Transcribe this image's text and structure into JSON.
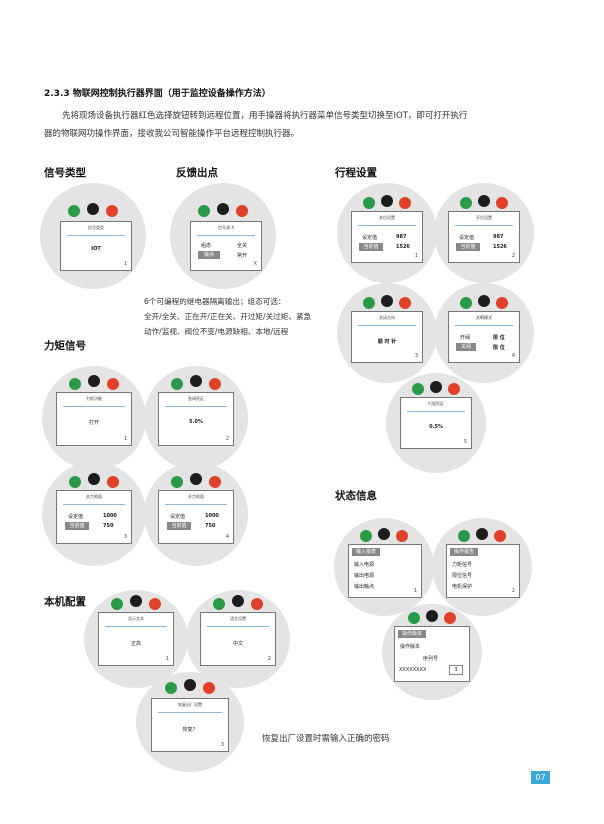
{
  "heading": "2.3.3 物联网控制执行器界面（用于监控设备操作方法）",
  "intro_lines": [
    "先将现场设备执行器红色选择旋钮转到远程位置，用手操器将执行器菜单信号类型切换至IOT，即可打开执行",
    "器的物联网功操作界面，接收我公司智能操作平台远程控制执行器。"
  ],
  "sections": {
    "signal_type": "信号类型",
    "feedback": "反馈出点",
    "travel": "行程设置",
    "torque": "力矩信号",
    "status": "状态信息",
    "local": "本机配置"
  },
  "feedback_note": [
    "6个可编程的继电器隔离输出；组态可选：",
    "全开/全关、正在开/正在关、开过矩/关过矩、紧急",
    "动作/监视、阀位不变/电源缺相、本地/远程"
  ],
  "factory_note": "恢复出厂设置时需输入正确的密码",
  "page_number": "07",
  "colors": {
    "knob_green": "#2a9a48",
    "knob_black": "#1d1d1d",
    "knob_red": "#e0412a",
    "accent": "#3aa7d8"
  },
  "screens": {
    "sig": {
      "title": "信号类型",
      "value": "IOT",
      "page": "1"
    },
    "fb": {
      "title": "信号源 X",
      "l1": "组态",
      "r1": "全关",
      "l2": "输点",
      "r2": "常开",
      "page": "X"
    },
    "t1": {
      "title": "关位设置",
      "k1": "设定值",
      "v1": "987",
      "k2": "当前值",
      "v2": "1526",
      "page": "1"
    },
    "t2": {
      "title": "开位设置",
      "k1": "设定值",
      "v1": "987",
      "k2": "当前值",
      "v2": "1526",
      "page": "2"
    },
    "t3": {
      "title": "关闭方向",
      "value": "顺 时 针",
      "page": "3"
    },
    "t4": {
      "title": "关断模式",
      "k1": "开阀",
      "v1": "限 位",
      "k2": "关阀",
      "v2": "限 位",
      "page": "4"
    },
    "t5": {
      "title": "行程死区",
      "value": "0.5%",
      "page": "5"
    },
    "q1": {
      "title": "力矩功能",
      "value": "打开",
      "page": "1"
    },
    "q2": {
      "title": "急阀死区",
      "value": "5.0%",
      "page": "2"
    },
    "q3": {
      "title": "关力矩值",
      "k1": "设定值",
      "v1": "1000",
      "k2": "当前值",
      "v2": "750",
      "page": "3"
    },
    "q4": {
      "title": "开力矩值",
      "k1": "设定值",
      "v1": "1000",
      "k2": "当前值",
      "v2": "750",
      "page": "4"
    },
    "s1": {
      "items": [
        "输入报表",
        "输入电源",
        "输出电源",
        "输出触点"
      ],
      "page": "1"
    },
    "s2": {
      "items": [
        "操作报告",
        "力矩信号",
        "限位信号",
        "电机保护"
      ],
      "page": "2"
    },
    "s3": {
      "items": [
        "操作版本",
        "操作版本"
      ],
      "serial_label": "序列号",
      "serial": "XXXXXXXX",
      "page": "3"
    },
    "c1": {
      "title": "显示文本",
      "value": "正高",
      "page": "1"
    },
    "c2": {
      "title": "语言设置",
      "value": "中文",
      "page": "2"
    },
    "c3": {
      "title": "恢复出厂设置",
      "value": "恢复？",
      "page": "3"
    }
  }
}
